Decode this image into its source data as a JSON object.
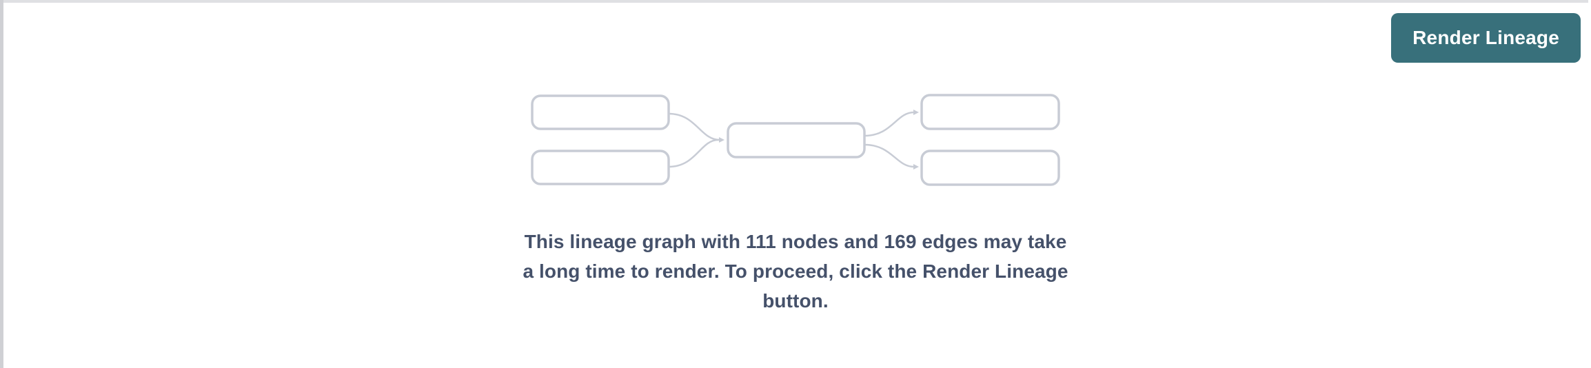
{
  "header": {
    "render_lineage_button": {
      "label": "Render Lineage",
      "background": "#38707b",
      "text_color": "#ffffff"
    }
  },
  "empty_state": {
    "illustration": {
      "name": "lineage-graph-placeholder",
      "node_fill": "#ffffff",
      "node_border": "#c8ccd5",
      "edge_color": "#c8ccd5",
      "node_boxes": 5,
      "edge_arrows": 4
    },
    "message_lines": [
      "This lineage graph with 111 nodes and 169 edges may take",
      "a long time to render. To proceed, click the Render Lineage",
      "button."
    ],
    "stats": {
      "node_count": "111",
      "edge_count": "169"
    },
    "text_color": "#45516a"
  },
  "chrome": {
    "top_border_color": "#dfe0e3",
    "left_border_color": "#cfd0d4"
  }
}
